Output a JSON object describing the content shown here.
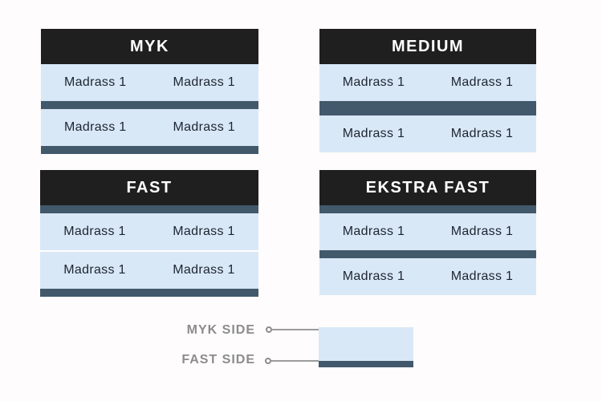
{
  "colors": {
    "background": "#fefcfc",
    "header_bg": "#1f1f1f",
    "header_text": "#ffffff",
    "soft_layer": "#d9e8f7",
    "fast_layer": "#42596b",
    "mattress_text": "#1c2530",
    "legend_text": "#8c8c8c"
  },
  "mattress": {
    "label": "Madrass 1"
  },
  "panels": {
    "myk": {
      "title": "MYK",
      "stack": [
        "soft",
        "fast",
        "soft",
        "fast"
      ]
    },
    "medium": {
      "title": "MEDIUM",
      "stack": [
        "soft",
        "fast-double",
        "soft"
      ]
    },
    "fast": {
      "title": "FAST",
      "stack": [
        "fast",
        "soft",
        "soft",
        "fast"
      ]
    },
    "ekstra_fast": {
      "title": "EKSTRA FAST",
      "stack": [
        "fast",
        "soft",
        "fast",
        "soft"
      ]
    }
  },
  "legend": {
    "myk_side": "MYK SIDE",
    "fast_side": "FAST SIDE"
  }
}
